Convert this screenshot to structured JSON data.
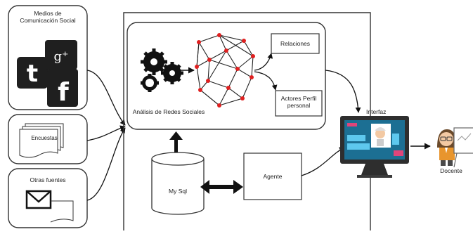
{
  "sources": {
    "social_media": "Medios de Comunicación Social",
    "surveys": "Encuestas",
    "other_sources": "Otras fuentes"
  },
  "analysis": {
    "title": "Análisis de Redes Sociales",
    "relations": "Relaciones",
    "profile_actors": "Actores Perfil personal"
  },
  "database": "My Sql",
  "agent": "Agente",
  "interface": "Interfaz",
  "user": "Docente",
  "colors": {
    "social_icons": "#1f1f1f",
    "network_nodes": "#e02020",
    "monitor_screen": "#2a9fd0",
    "monitor_frame": "#2e2e2e",
    "panel_border": "#333333"
  },
  "icons": [
    "twitter-icon",
    "google-plus-icon",
    "facebook-icon",
    "survey-documents-icon",
    "mail-icon",
    "gears-icon",
    "network-graph-icon",
    "monitor-icon",
    "teacher-icon",
    "whiteboard-icon"
  ]
}
